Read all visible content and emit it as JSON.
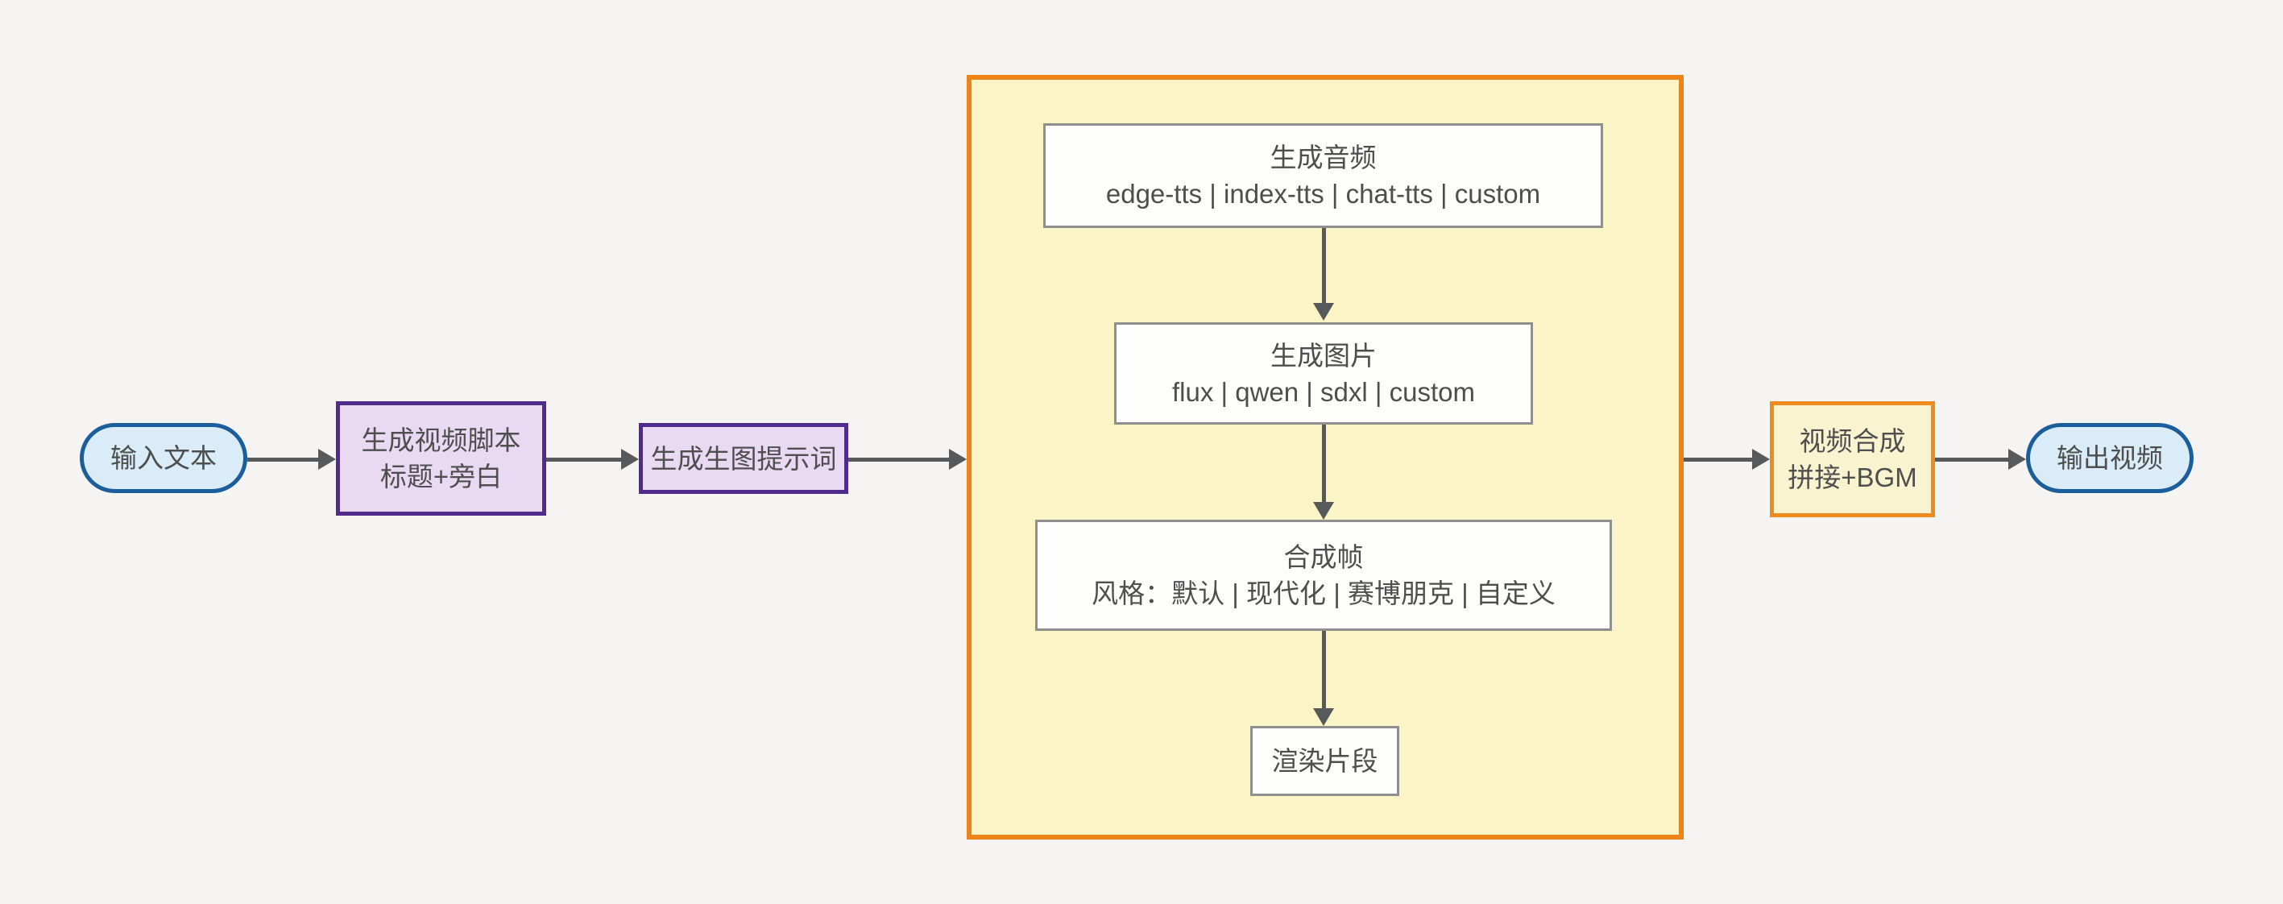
{
  "diagram": {
    "kind": "flowchart",
    "direction": "left-to-right",
    "colors": {
      "background": "#f5f4f2",
      "terminal_fill": "#daecf8",
      "terminal_stroke": "#1a5e9b",
      "process_fill": "#e9d9f2",
      "process_stroke": "#512b8c",
      "subgraph_fill": "#fbf4c7",
      "subgraph_stroke": "#ee8418",
      "step_fill": "#fdfdfc",
      "step_stroke": "#8f8f8f",
      "merge_fill": "#faf3d0",
      "merge_stroke": "#ef8b1e",
      "arrow": "#58595b",
      "text": "#4e4e4e"
    },
    "flow": {
      "input": {
        "label": "输入文本"
      },
      "script": {
        "title": "生成视频脚本",
        "subtitle": "标题+旁白"
      },
      "prompt": {
        "label": "生成生图提示词"
      },
      "pipeline": {
        "audio": {
          "title": "生成音频",
          "options": "edge-tts | index-tts | chat-tts | custom"
        },
        "image": {
          "title": "生成图片",
          "options": "flux | qwen | sdxl | custom"
        },
        "frame": {
          "title": "合成帧",
          "options": "风格：默认 | 现代化 | 赛博朋克 | 自定义"
        },
        "render": {
          "label": "渲染片段"
        }
      },
      "merge": {
        "title": "视频合成",
        "subtitle": "拼接+BGM"
      },
      "output": {
        "label": "输出视频"
      }
    },
    "edges": [
      "input→script",
      "script→prompt",
      "prompt→pipeline",
      "audio→image",
      "image→frame",
      "frame→render",
      "pipeline→merge",
      "merge→output"
    ]
  }
}
